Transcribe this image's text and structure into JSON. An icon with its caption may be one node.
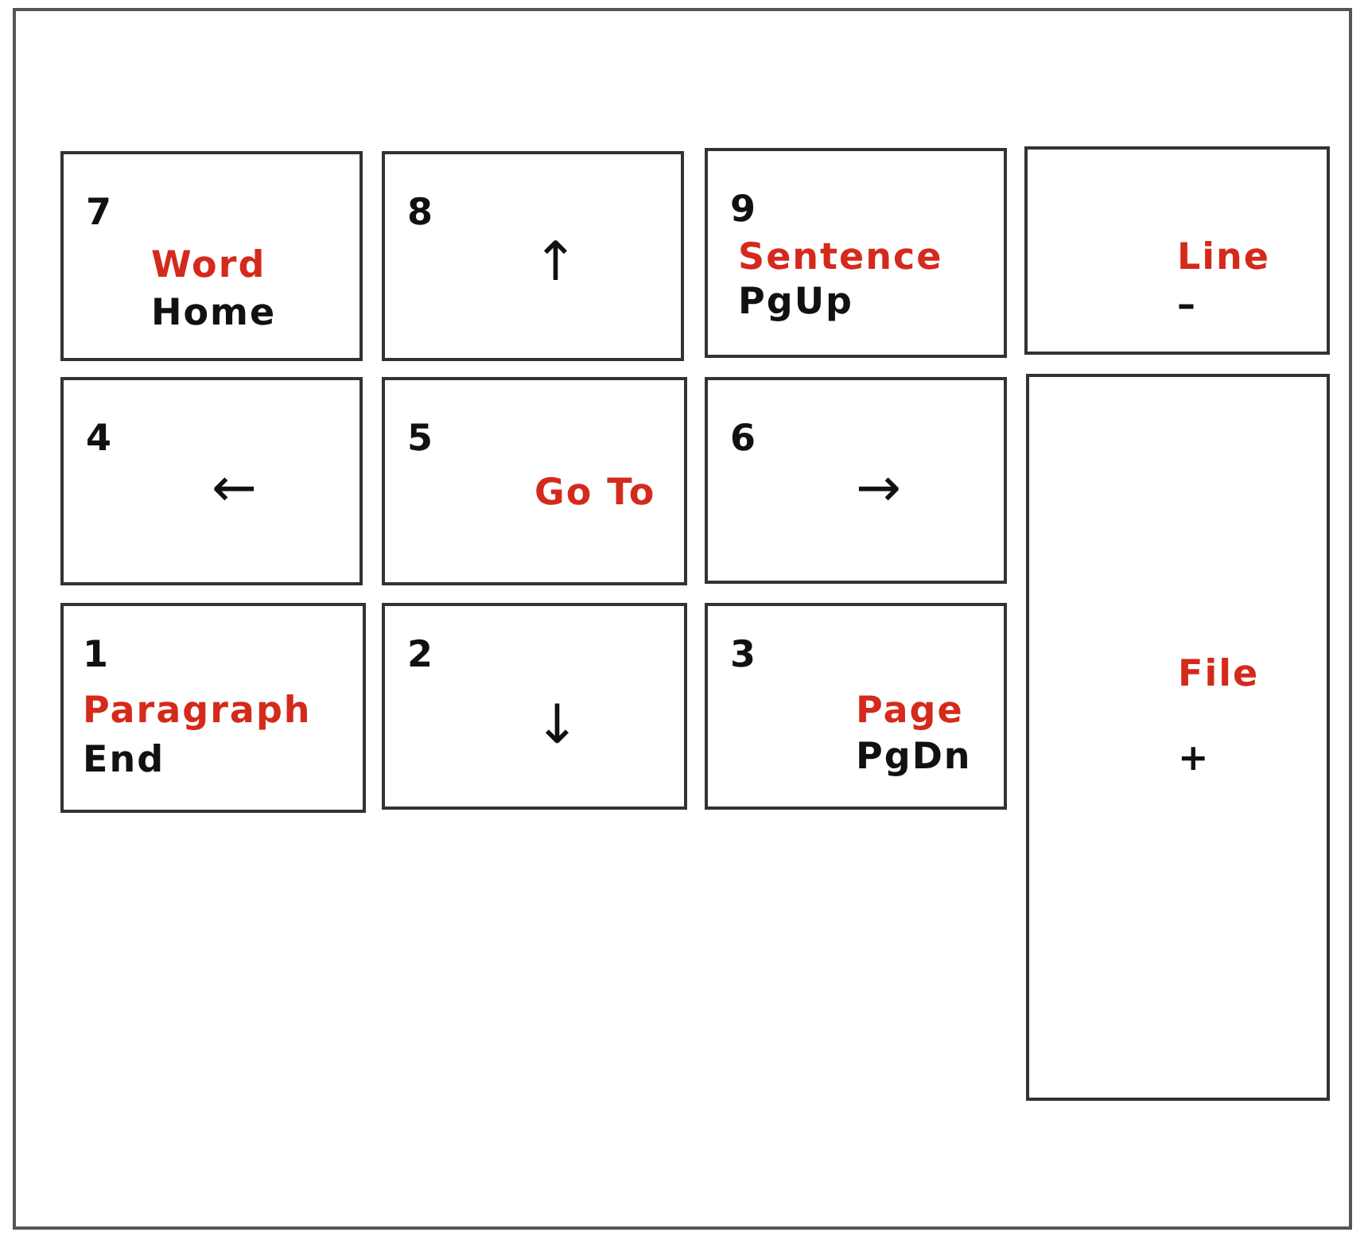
{
  "diagram": {
    "nodes": [
      {
        "text": [
          "7",
          "Word",
          "Home"
        ]
      },
      {
        "text": [
          "8",
          "↑"
        ]
      },
      {
        "text": [
          "9",
          "Sentence",
          "PgUp"
        ]
      },
      {
        "text": [
          "Line",
          "–"
        ]
      },
      {
        "text": [
          "4",
          "←"
        ]
      },
      {
        "text": [
          "5",
          "Go To"
        ]
      },
      {
        "text": [
          "6",
          "→"
        ]
      },
      {
        "text": [
          "File",
          "+"
        ]
      },
      {
        "text": [
          "1",
          "Paragraph",
          "End"
        ]
      },
      {
        "text": [
          "2",
          "↓"
        ]
      },
      {
        "text": [
          "3",
          "Page",
          "PgDn"
        ]
      }
    ]
  }
}
